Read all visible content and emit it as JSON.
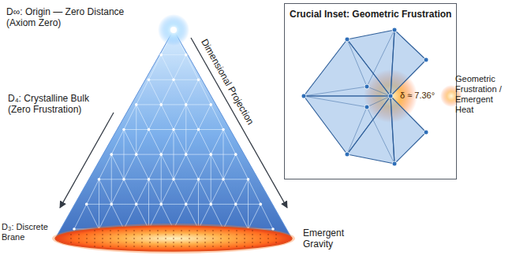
{
  "diagram": {
    "nodes": [
      {
        "text": [
          "Crucial Inset: Geometric Frustration"
        ]
      }
    ],
    "labels": [
      "D∞: Origin — Zero Distance (Axiom Zero)",
      "D₄: Crystalline Bulk (Zero Frustration)",
      "D₃: Discrete Brane",
      "Dimensional Projection",
      "Emergent Gravity",
      "δ ≈ 7.36°",
      "Geometric Frustration / Emergent Heat"
    ]
  }
}
